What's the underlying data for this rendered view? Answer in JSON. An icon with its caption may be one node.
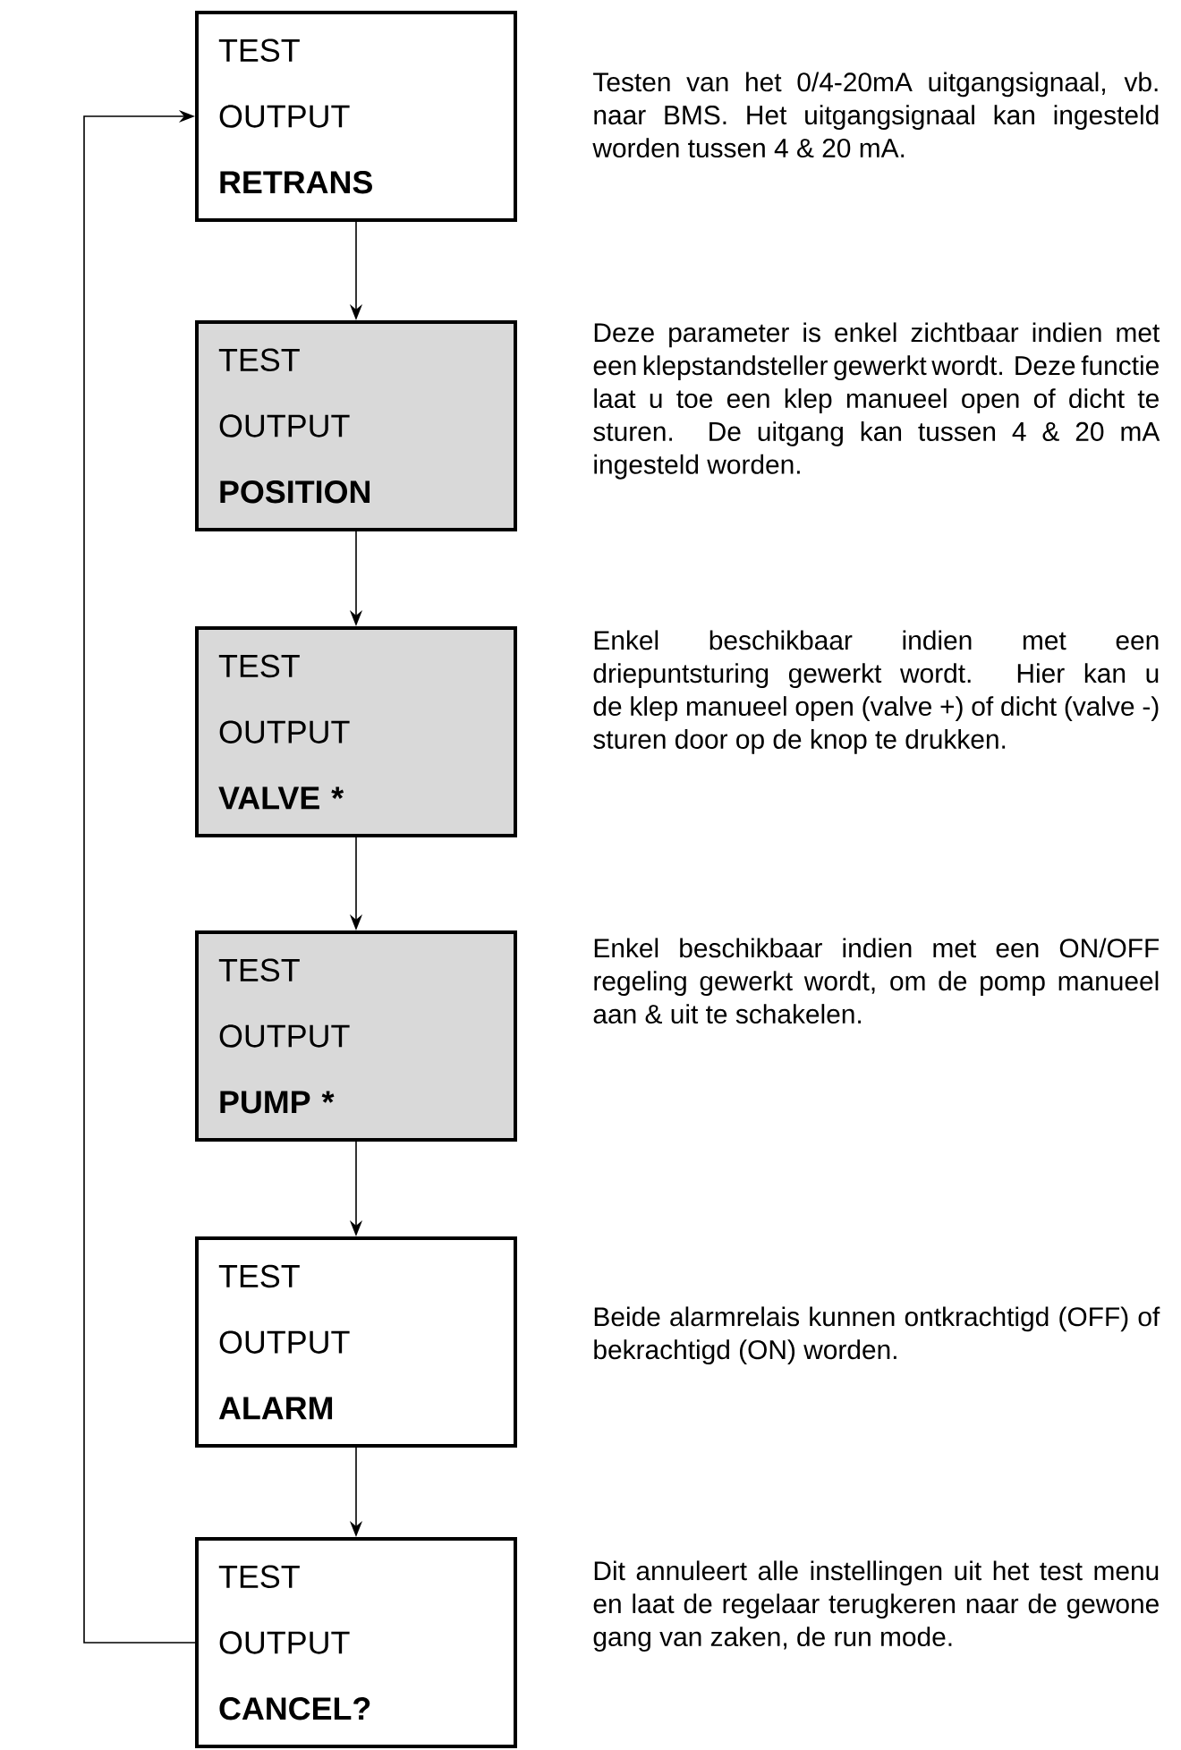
{
  "diagram": {
    "nodes": [
      {
        "text": [
          "TEST OUTPUT **RETRANS**"
        ],
        "beside": [
          "Testen van het 0/4-20mA uitgangsignaal, vb. naar BMS. Het uitgangsignaal kan ingesteld worden tussen 4 & 20 mA."
        ]
      },
      {
        "text": [
          "TEST OUTPUT **POSITION**"
        ],
        "beside": [
          "Deze parameter is enkel zichtbaar indien met een klepstandsteller gewerkt wordt. Deze functie laat u toe een klep manueel open of dicht te sturen. De uitgang kan tussen 4 & 20 mA ingesteld worden."
        ]
      },
      {
        "text": [
          "TEST OUTPUT **VALVE ***"
        ],
        "beside": [
          "Enkel beschikbaar indien met een driepuntsturing gewerkt wordt. Hier kan u de klep manueel open (valve +) of dicht (valve -) sturen door op de knop te drukken."
        ]
      },
      {
        "text": [
          "TEST OUTPUT **PUMP ***"
        ],
        "beside": [
          "Enkel beschikbaar indien met een ON/OFF regeling gewerkt wordt, om de pomp manueel aan & uit te schakelen."
        ]
      },
      {
        "text": [
          "TEST OUTPUT **ALARM**"
        ],
        "beside": [
          "Beide alarmrelais kunnen ontkrachtigd (OFF) of bekrachtigd (ON) worden."
        ]
      },
      {
        "text": [
          "TEST OUTPUT **CANCEL?**"
        ],
        "beside": [
          "Dit annuleert alle instellingen uit het test menu en laat de regelaar terugkeren naar de gewone gang van zaken, de run mode."
        ]
      }
    ],
    "edges": [
      {
        "from": 0,
        "to": 1,
        "arrow": "to"
      },
      {
        "from": 1,
        "to": 2,
        "arrow": "to"
      },
      {
        "from": 2,
        "to": 3,
        "arrow": "to"
      },
      {
        "from": 3,
        "to": 4,
        "arrow": "to"
      },
      {
        "from": 4,
        "to": 5,
        "arrow": "to"
      },
      {
        "from": 5,
        "to": 0,
        "arrow": "to"
      }
    ]
  }
}
